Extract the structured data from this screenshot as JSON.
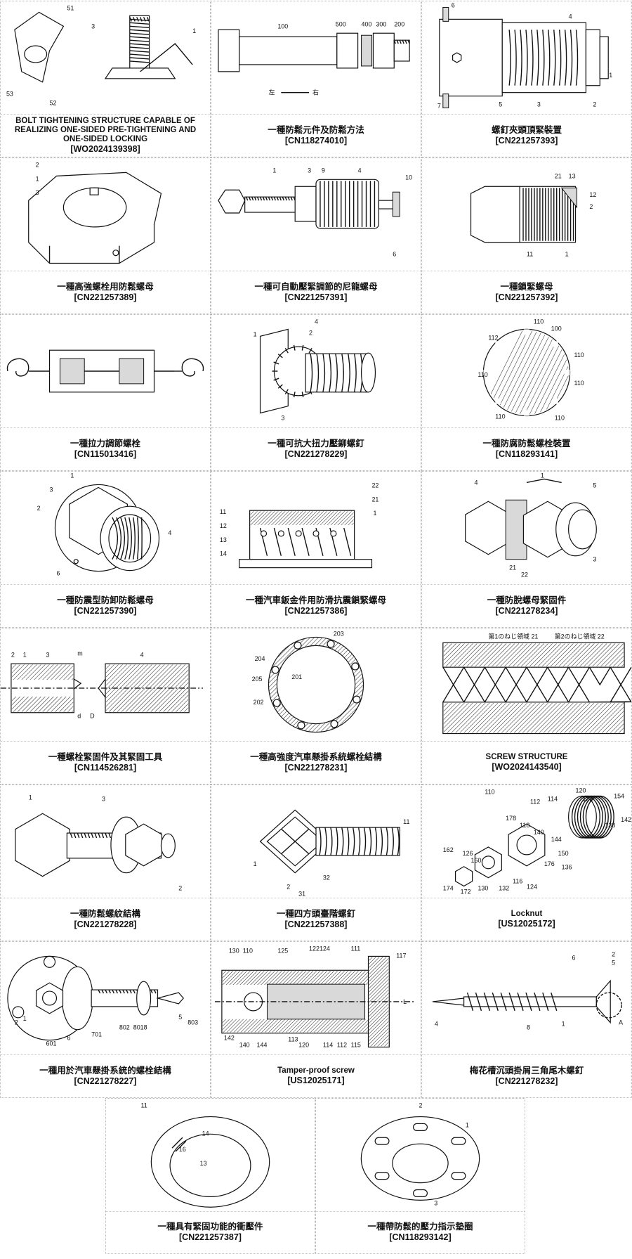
{
  "patents": [
    {
      "title": "BOLT TIGHTENING STRUCTURE CAPABLE OF REALIZING ONE-SIDED PRE-TIGHTENING AND ONE-SIDED LOCKING",
      "number": "[WO2024139398]",
      "figure": "bolt-assembly",
      "labels": [
        "51",
        "3",
        "1",
        "53",
        "52"
      ]
    },
    {
      "title": "一種防鬆元件及防鬆方法",
      "number": "[CN118274010]",
      "figure": "bolt-horizontal",
      "labels": [
        "100",
        "500",
        "400",
        "300",
        "200",
        "左",
        "右"
      ]
    },
    {
      "title": "螺釘夾頭頂緊裝置",
      "number": "[CN221257393]",
      "figure": "spring-clamp",
      "labels": [
        "6",
        "4",
        "1",
        "2",
        "3",
        "5",
        "7"
      ]
    },
    {
      "title": "一種高強螺栓用防鬆螺母",
      "number": "[CN221257389]",
      "figure": "hex-nut",
      "labels": [
        "2",
        "1",
        "3"
      ]
    },
    {
      "title": "一種可自動壓緊調節的尼龍螺母",
      "number": "[CN221257391]",
      "figure": "nylon-nut",
      "labels": [
        "1",
        "3",
        "9",
        "4",
        "10",
        "6"
      ]
    },
    {
      "title": "一種鎖緊螺母",
      "number": "[CN221257392]",
      "figure": "lock-nut",
      "labels": [
        "21",
        "13",
        "12",
        "2",
        "11",
        "1"
      ]
    },
    {
      "title": "一種拉力調節螺栓",
      "number": "[CN115013416]",
      "figure": "turnbuckle",
      "labels": []
    },
    {
      "title": "一種可抗大扭力壓鉚螺釘",
      "number": "[CN221278229]",
      "figure": "rivet-screw",
      "labels": [
        "1",
        "4",
        "2",
        "3"
      ]
    },
    {
      "title": "一種防腐防鬆螺栓裝置",
      "number": "[CN118293141]",
      "figure": "bolt-section",
      "labels": [
        "110",
        "100",
        "112",
        "110",
        "110",
        "110",
        "110",
        "110"
      ]
    },
    {
      "title": "一種防震型防卸防鬆螺母",
      "number": "[CN221257390]",
      "figure": "anti-vibration-nut",
      "labels": [
        "1",
        "3",
        "2",
        "4",
        "6"
      ]
    },
    {
      "title": "一種汽車鈑金件用防滑抗震鎖緊螺母",
      "number": "[CN221257386]",
      "figure": "nut-section",
      "labels": [
        "22",
        "21",
        "1",
        "11",
        "12",
        "13",
        "14"
      ]
    },
    {
      "title": "一種防脫螺母緊固件",
      "number": "[CN221278234]",
      "figure": "anti-drop-nut",
      "labels": [
        "4",
        "1",
        "5",
        "3",
        "21",
        "22"
      ]
    },
    {
      "title": "一種螺栓緊固件及其緊固工具",
      "number": "[CN114526281]",
      "figure": "tool-section",
      "labels": [
        "2",
        "1",
        "3",
        "m",
        "4",
        "D",
        "d"
      ]
    },
    {
      "title": "一種高強度汽車懸掛系統螺栓結構",
      "number": "[CN221278231]",
      "figure": "ring-section",
      "labels": [
        "203",
        "204",
        "205",
        "202",
        "201"
      ]
    },
    {
      "title": "SCREW STRUCTURE",
      "number": "[WO2024143540]",
      "figure": "thread-profile",
      "labels": [
        "第1のねじ領域 21",
        "第2のねじ領域 22"
      ]
    },
    {
      "title": "一種防鬆螺紋結構",
      "number": "[CN221278228]",
      "figure": "bolt-nut",
      "labels": [
        "1",
        "3",
        "2"
      ]
    },
    {
      "title": "一種四方頭臺階螺釘",
      "number": "[CN221257388]",
      "figure": "square-head-screw",
      "labels": [
        "11",
        "1",
        "32",
        "2",
        "31"
      ]
    },
    {
      "title": "Locknut",
      "number": "[US12025172]",
      "figure": "locknut-exploded",
      "labels": [
        "110",
        "120",
        "122",
        "154",
        "112",
        "114",
        "142",
        "138",
        "178",
        "118",
        "140",
        "144",
        "150",
        "162",
        "126",
        "160",
        "176",
        "174",
        "172",
        "130",
        "132",
        "116",
        "124",
        "136"
      ]
    },
    {
      "title": "一種用於汽車懸掛系統的螺栓結構",
      "number": "[CN221278227]",
      "figure": "flange-bolt",
      "labels": [
        "2",
        "1",
        "601",
        "6",
        "701",
        "802",
        "801",
        "8",
        "5",
        "803"
      ]
    },
    {
      "title": "Tamper-proof screw",
      "number": "[US12025171]",
      "figure": "tamper-screw",
      "labels": [
        "130",
        "110",
        "125",
        "122",
        "124",
        "111",
        "117",
        "L",
        "142",
        "140",
        "144",
        "113",
        "120",
        "114",
        "112",
        "115"
      ]
    },
    {
      "title": "梅花槽沉頭掛屑三角尾木螺釘",
      "number": "[CN221278232]",
      "figure": "wood-screw",
      "labels": [
        "6",
        "2",
        "5",
        "4",
        "8",
        "1",
        "A"
      ]
    },
    {
      "title": "一種具有緊固功能的衝壓件",
      "number": "[CN221257387]",
      "figure": "stamped-washer",
      "labels": [
        "11",
        "14",
        "16",
        "13"
      ]
    },
    {
      "title": "一種帶防鬆的壓力指示墊圈",
      "number": "[CN118293142]",
      "figure": "indicator-washer",
      "labels": [
        "2",
        "1",
        "3"
      ]
    }
  ]
}
